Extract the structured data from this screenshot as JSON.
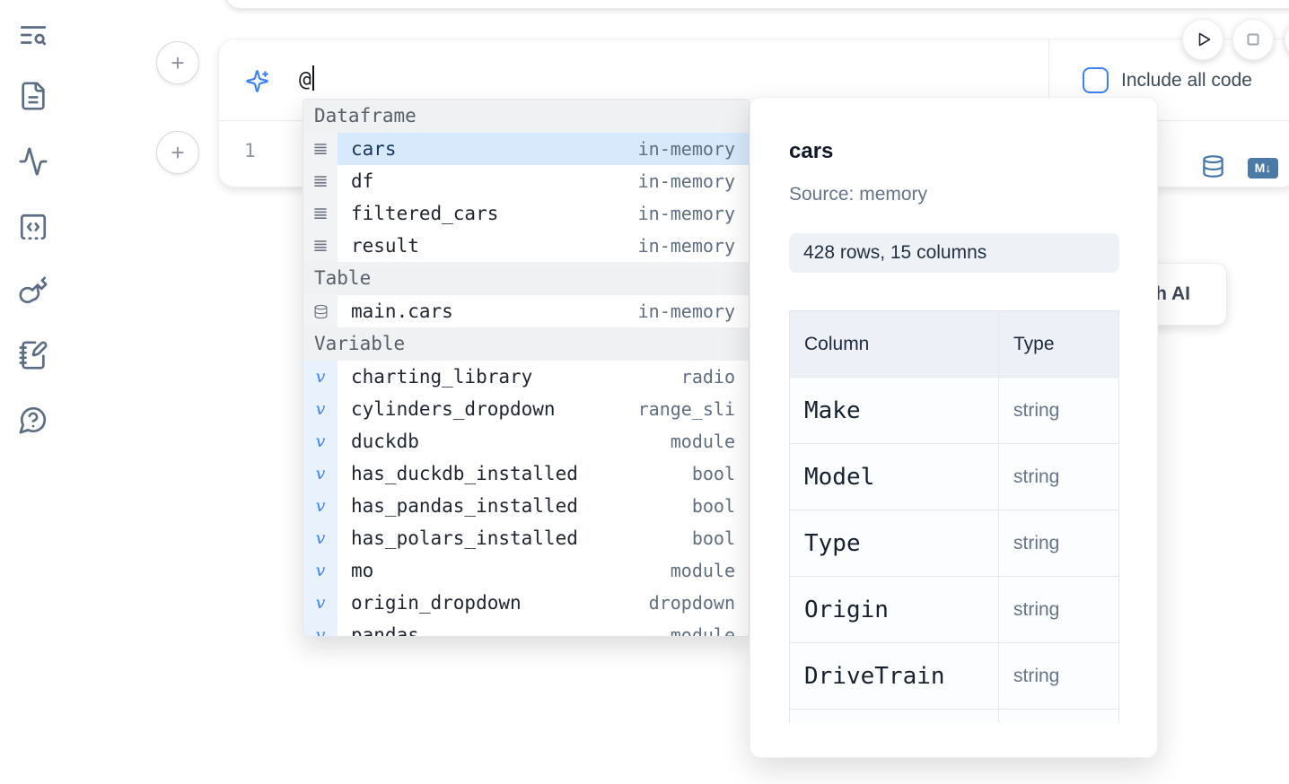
{
  "sidebar": {
    "items": [
      {
        "icon": "list-search-icon"
      },
      {
        "icon": "file-text-icon"
      },
      {
        "icon": "activity-icon"
      },
      {
        "icon": "snippets-code-icon"
      },
      {
        "icon": "key-icon"
      },
      {
        "icon": "notebook-pen-icon"
      },
      {
        "icon": "help-chat-icon"
      }
    ]
  },
  "toolbar": {
    "buttons": [
      {
        "icon": "play-icon"
      },
      {
        "icon": "stop-icon"
      },
      {
        "icon": "partial-hidden-button"
      }
    ]
  },
  "ai_input": {
    "value": "@",
    "icon": "sparkles-icon",
    "include_all_code_label": "Include all code",
    "include_all_code_checked": false
  },
  "cell": {
    "line_number": "1",
    "markdown_badge": "M↓",
    "actions": [
      {
        "icon": "database-icon"
      },
      {
        "icon": "markdown-badge"
      }
    ]
  },
  "autocomplete": {
    "sections": [
      {
        "label": "Dataframe",
        "items": [
          {
            "name": "cars",
            "type": "in-memory",
            "kind": "dataframe",
            "selected": true
          },
          {
            "name": "df",
            "type": "in-memory",
            "kind": "dataframe"
          },
          {
            "name": "filtered_cars",
            "type": "in-memory",
            "kind": "dataframe"
          },
          {
            "name": "result",
            "type": "in-memory",
            "kind": "dataframe"
          }
        ]
      },
      {
        "label": "Table",
        "items": [
          {
            "name": "main.cars",
            "type": "in-memory",
            "kind": "table"
          }
        ]
      },
      {
        "label": "Variable",
        "items": [
          {
            "name": "charting_library",
            "type": "radio",
            "kind": "variable"
          },
          {
            "name": "cylinders_dropdown",
            "type": "range_sli",
            "kind": "variable"
          },
          {
            "name": "duckdb",
            "type": "module",
            "kind": "variable"
          },
          {
            "name": "has_duckdb_installed",
            "type": "bool",
            "kind": "variable"
          },
          {
            "name": "has_pandas_installed",
            "type": "bool",
            "kind": "variable"
          },
          {
            "name": "has_polars_installed",
            "type": "bool",
            "kind": "variable"
          },
          {
            "name": "mo",
            "type": "module",
            "kind": "variable"
          },
          {
            "name": "origin_dropdown",
            "type": "dropdown",
            "kind": "variable"
          },
          {
            "name": "pandas",
            "type": "module",
            "kind": "variable",
            "clipped": true
          }
        ]
      }
    ]
  },
  "preview": {
    "title": "cars",
    "source_label": "Source: memory",
    "shape": "428 rows, 15 columns",
    "table": {
      "headers": [
        "Column",
        "Type"
      ],
      "rows": [
        [
          "Make",
          "string"
        ],
        [
          "Model",
          "string"
        ],
        [
          "Type",
          "string"
        ],
        [
          "Origin",
          "string"
        ],
        [
          "DriveTrain",
          "string"
        ]
      ],
      "partial_row_visible": true
    }
  },
  "ai_card": {
    "label": "Generate with AI"
  },
  "colors": {
    "accent": "#3b82f6",
    "steel_blue": "#4a7aa5",
    "selected_row_bg": "#d7e9fb",
    "icon_slate": "#5d6d84"
  }
}
